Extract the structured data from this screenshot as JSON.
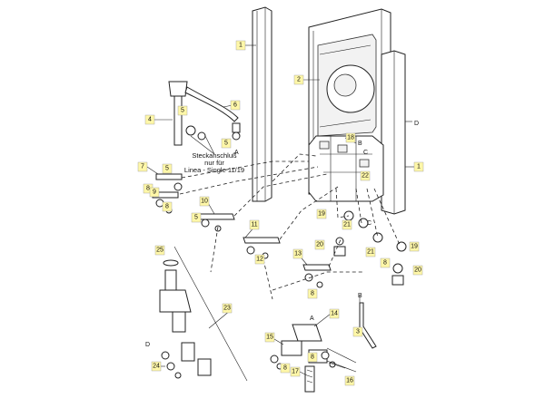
{
  "diagram": {
    "callouts": [
      "1",
      "1",
      "2",
      "3",
      "4",
      "5",
      "5",
      "5",
      "5",
      "6",
      "7",
      "8",
      "8",
      "8",
      "8",
      "8",
      "8",
      "9",
      "10",
      "11",
      "12",
      "13",
      "14",
      "15",
      "16",
      "17",
      "18",
      "19",
      "19",
      "20",
      "20",
      "21",
      "21",
      "22",
      "23",
      "24",
      "25"
    ],
    "letters": [
      "A",
      "A",
      "B",
      "B",
      "C",
      "C",
      "D",
      "D"
    ],
    "note": {
      "line1": "Steckanschluß",
      "line2": "nur für",
      "line3": "Linea - Single 11/19"
    }
  }
}
